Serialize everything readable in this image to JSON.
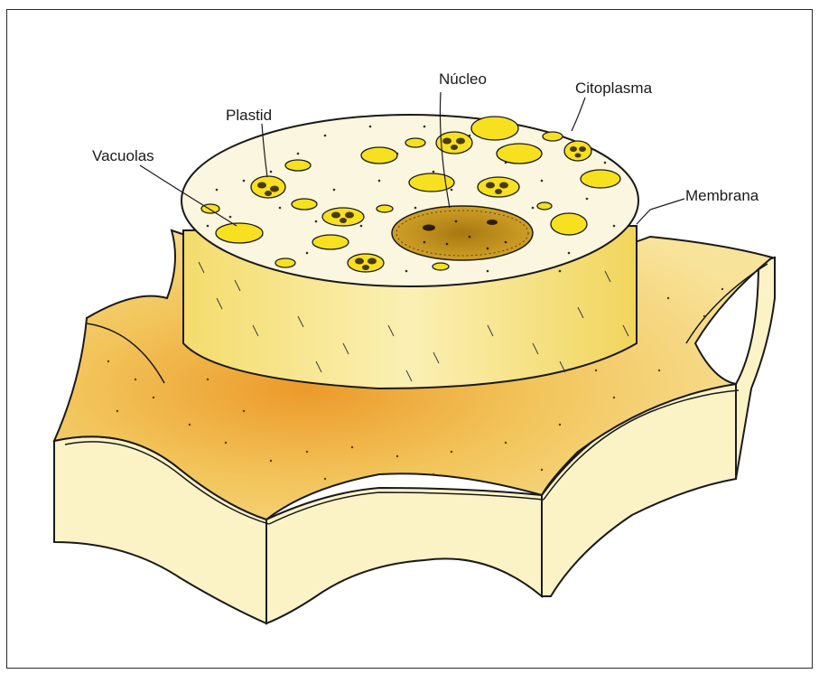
{
  "figure": {
    "labels": {
      "nucleo": "Núcleo",
      "citoplasma": "Citoplasma",
      "plastid": "Plastid",
      "vacuolas": "Vacuolas",
      "membrana": "Membrana"
    }
  },
  "colors": {
    "frame": "#2a2a2a",
    "cell_fill": "#f6e27a",
    "cytoplasm_speckle": "#3b3b3b",
    "vacuole": "#f7e020",
    "nucleus": "#b88a1a",
    "wall_light": "#fbf3c6",
    "base_orange": "#efb640"
  }
}
